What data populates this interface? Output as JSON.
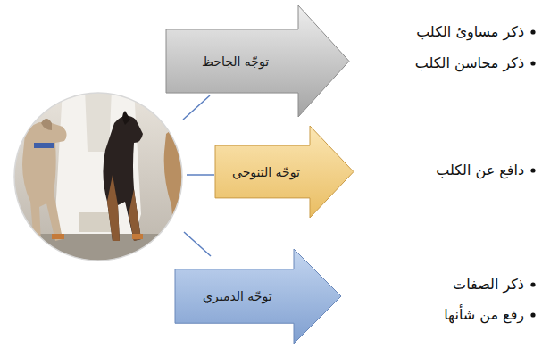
{
  "diagram": {
    "nodes": [
      {
        "text": [
          "توجّه الجاحظ"
        ]
      },
      {
        "text": [
          "توجّه التنوخي"
        ]
      },
      {
        "text": [
          "توجّه الدميري"
        ]
      }
    ],
    "labels": [
      "ذكر مساوئ الكلب",
      "ذكر محاسن الكلب",
      "دافع عن الكلب",
      "ذكر الصفات",
      "رفع من شأنها"
    ]
  }
}
